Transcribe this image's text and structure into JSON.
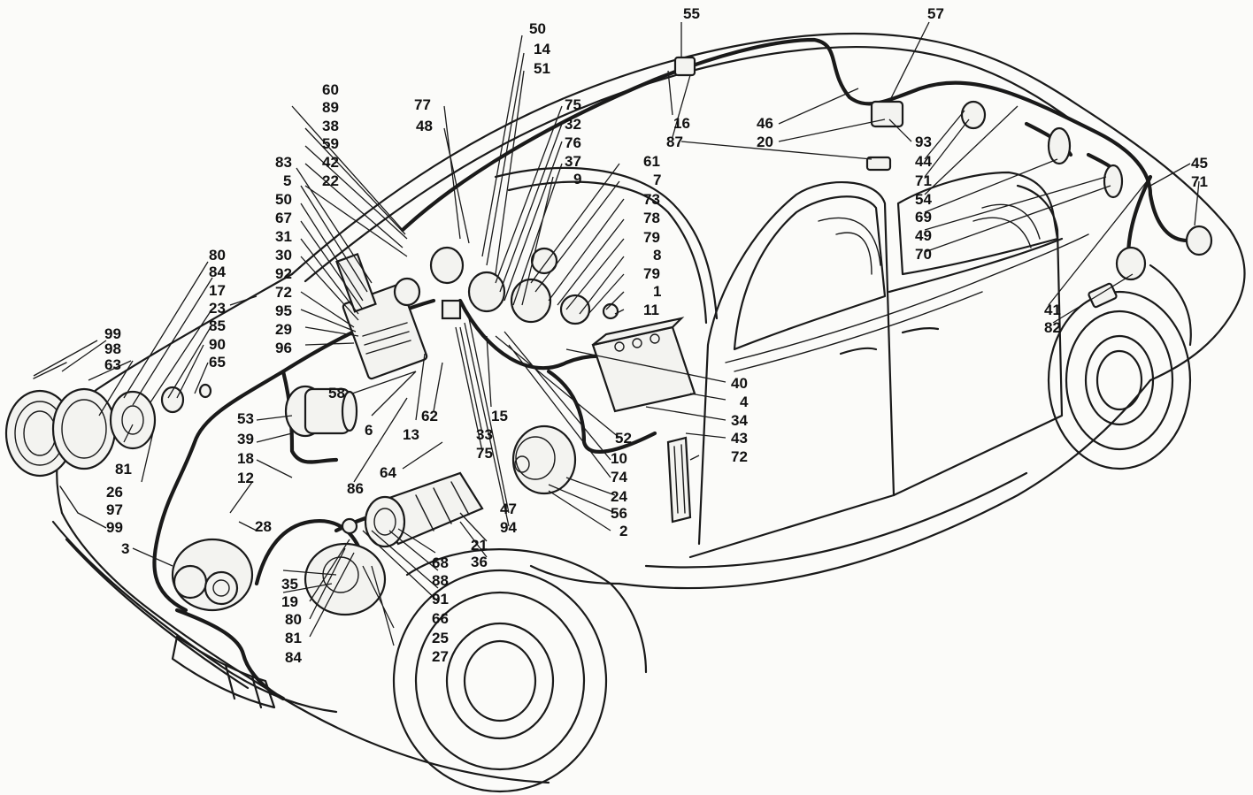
{
  "labels": {
    "n99": "99",
    "n98": "98",
    "n63": "63",
    "n97": "97",
    "n99b": "99",
    "n80": "80",
    "n84": "84",
    "n17": "17",
    "n23": "23",
    "n85": "85",
    "n90": "90",
    "n65": "65",
    "n81": "81",
    "n26": "26",
    "n60": "60",
    "n89": "89",
    "n38": "38",
    "n59": "59",
    "n42": "42",
    "n22": "22",
    "n83": "83",
    "n5": "5",
    "n50": "50",
    "n67": "67",
    "n31": "31",
    "n30": "30",
    "n92": "92",
    "n72": "72",
    "n95": "95",
    "n29": "29",
    "n96": "96",
    "n53": "53",
    "n39": "39",
    "n18": "18",
    "n12": "12",
    "n28": "28",
    "n3": "3",
    "n35": "35",
    "n19": "19",
    "n80b": "80",
    "n81b": "81",
    "n84b": "84",
    "n25": "25",
    "n27": "27",
    "n58": "58",
    "n6": "6",
    "n13": "13",
    "n62": "62",
    "n86": "86",
    "n64": "64",
    "n68": "68",
    "n88": "88",
    "n91": "91",
    "n66": "66",
    "n21": "21",
    "n36": "36",
    "n50b": "50",
    "n14": "14",
    "n51": "51",
    "n77": "77",
    "n48": "48",
    "n75": "75",
    "n32": "32",
    "n76": "76",
    "n37": "37",
    "n9": "9",
    "n61": "61",
    "n7": "7",
    "n73": "73",
    "n78": "78",
    "n79": "79",
    "n8": "8",
    "n79b": "79",
    "n1": "1",
    "n11": "11",
    "n15": "15",
    "n33": "33",
    "n75b": "75",
    "n47": "47",
    "n94": "94",
    "n52": "52",
    "n10": "10",
    "n74": "74",
    "n24": "24",
    "n56": "56",
    "n2": "2",
    "n40": "40",
    "n4": "4",
    "n34": "34",
    "n43": "43",
    "n72b": "72",
    "n55": "55",
    "n16": "16",
    "n87": "87",
    "n46": "46",
    "n20": "20",
    "n57": "57",
    "n93": "93",
    "n44": "44",
    "n71": "71",
    "n54": "54",
    "n69": "69",
    "n49": "49",
    "n70": "70",
    "n45": "45",
    "n71b": "71",
    "n41": "41",
    "n82": "82"
  }
}
